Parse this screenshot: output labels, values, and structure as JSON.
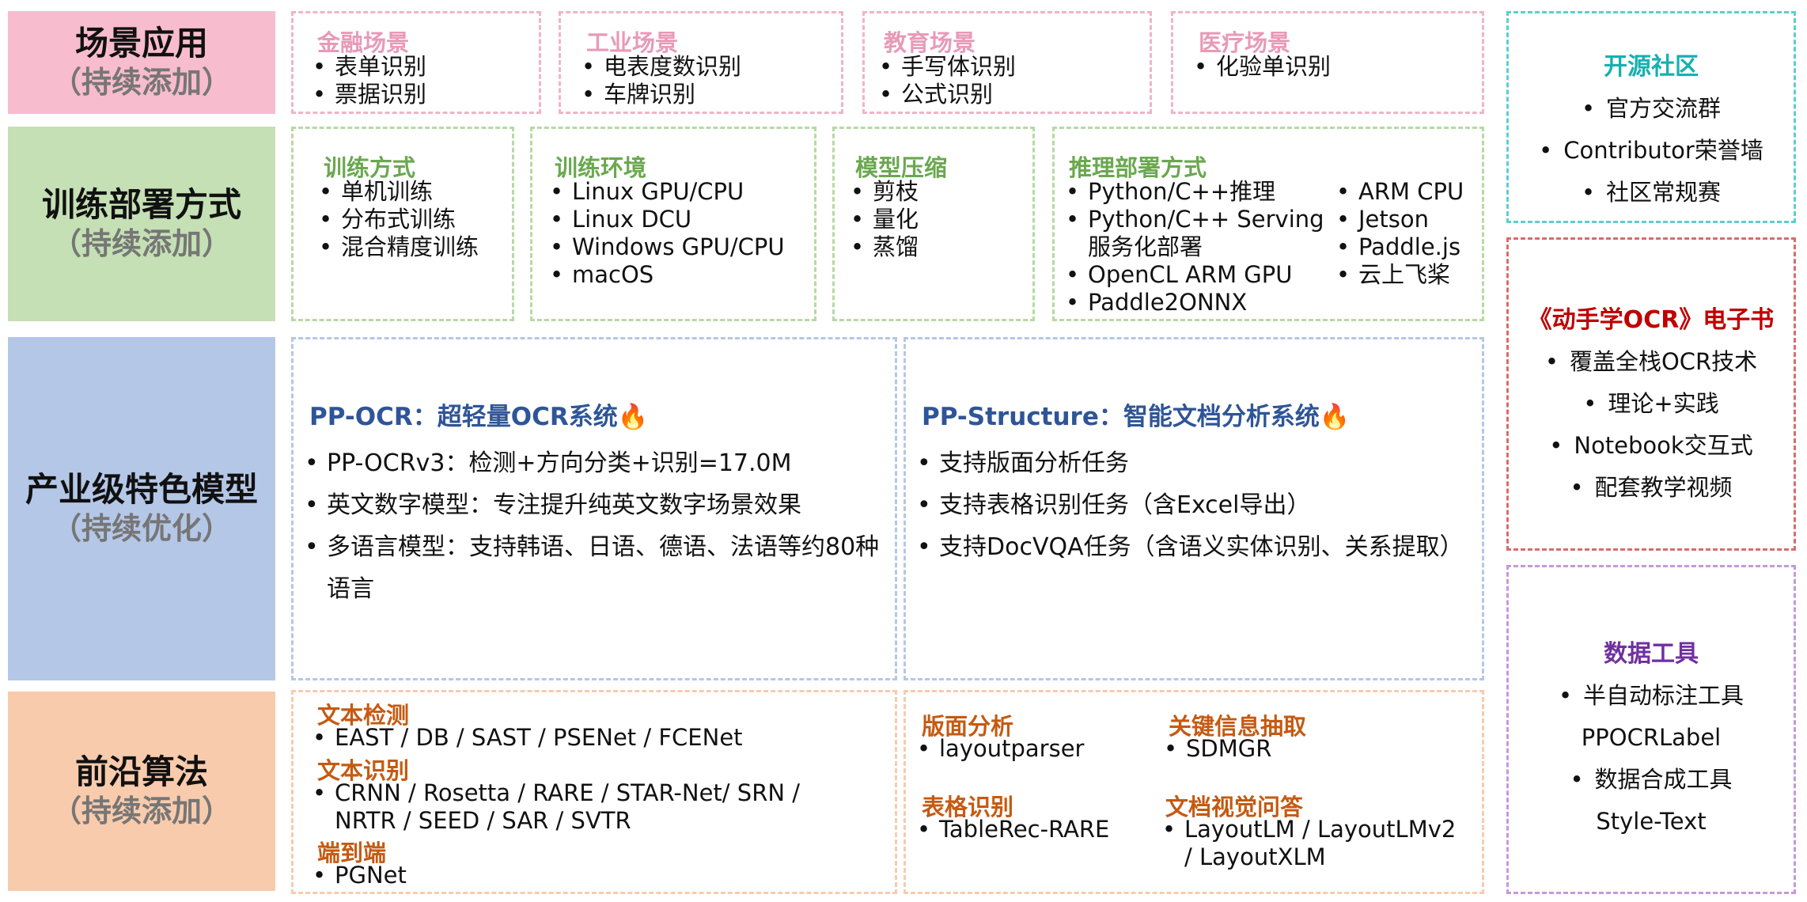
{
  "labels": [
    {
      "main": "场景应用",
      "sub": "（持续添加）",
      "bg": "#f8bccf"
    },
    {
      "main": "训练部署方式",
      "sub": "（持续添加）",
      "bg": "#c5e0b4"
    },
    {
      "main": "产业级特色模型",
      "sub": "（持续优化）",
      "bg": "#b4c7e7"
    },
    {
      "main": "前沿算法",
      "sub": "（持续添加）",
      "bg": "#f8cbad"
    }
  ],
  "scenes": [
    {
      "title": "金融场景",
      "items": [
        "表单识别",
        "票据识别"
      ]
    },
    {
      "title": "工业场景",
      "items": [
        "电表度数识别",
        "车牌识别"
      ]
    },
    {
      "title": "教育场景",
      "items": [
        "手写体识别",
        "公式识别"
      ]
    },
    {
      "title": "医疗场景",
      "items": [
        "化验单识别"
      ]
    }
  ],
  "training": [
    {
      "title": "训练方式",
      "items": [
        "单机训练",
        "分布式训练",
        "混合精度训练"
      ]
    },
    {
      "title": "训练环境",
      "items": [
        "Linux GPU/CPU",
        "Linux DCU",
        "Windows GPU/CPU",
        "macOS"
      ]
    },
    {
      "title": "模型压缩",
      "items": [
        "剪枝",
        "量化",
        "蒸馏"
      ]
    },
    {
      "title": "推理部署方式",
      "items_left": [
        "Python/C++推理",
        "Python/C++ Serving",
        "服务化部署",
        "OpenCL ARM GPU",
        "Paddle2ONNX"
      ],
      "items_right": [
        "ARM CPU",
        "Jetson",
        "Paddle.js",
        "云上飞桨"
      ]
    }
  ],
  "models": [
    {
      "title": "PP-OCR：超轻量OCR系统",
      "icon": "fire-icon",
      "items": [
        "PP-OCRv3：检测+方向分类+识别=17.0M",
        "英文数字模型：专注提升纯英文数字场景效果",
        "多语言模型：支持韩语、日语、德语、法语等约80种语言"
      ]
    },
    {
      "title": "PP-Structure：智能文档分析系统",
      "icon": "fire-icon",
      "items": [
        "支持版面分析任务",
        "支持表格识别任务（含Excel导出）",
        "支持DocVQA任务（含语义实体识别、关系提取）"
      ]
    }
  ],
  "algorithms": {
    "left": [
      {
        "title": "文本检测",
        "items": [
          "EAST / DB / SAST / PSENet / FCENet"
        ]
      },
      {
        "title": "文本识别",
        "items": [
          "CRNN / Rosetta / RARE / STAR-Net/ SRN /",
          "NRTR / SEED / SAR / SVTR"
        ]
      },
      {
        "title": "端到端",
        "items": [
          "PGNet"
        ]
      }
    ],
    "right": [
      {
        "title": "版面分析",
        "items": [
          "layoutparser"
        ]
      },
      {
        "title": "关键信息抽取",
        "items": [
          "SDMGR"
        ]
      },
      {
        "title": "表格识别",
        "items": [
          "TableRec-RARE"
        ]
      },
      {
        "title": "文档视觉问答",
        "items": [
          "LayoutLM / LayoutLMv2",
          "/ LayoutXLM"
        ]
      }
    ]
  },
  "community": {
    "title": "开源社区",
    "items": [
      "官方交流群",
      "Contributor荣誉墙",
      "社区常规赛"
    ]
  },
  "ebook": {
    "title": "《动手学OCR》电子书",
    "items": [
      "覆盖全栈OCR技术",
      "理论+实践",
      "Notebook交互式",
      "配套教学视频"
    ]
  },
  "datatools": {
    "title": "数据工具",
    "items": [
      "半自动标注工具",
      "PPOCRLabel",
      "数据合成工具",
      "Style-Text"
    ]
  }
}
